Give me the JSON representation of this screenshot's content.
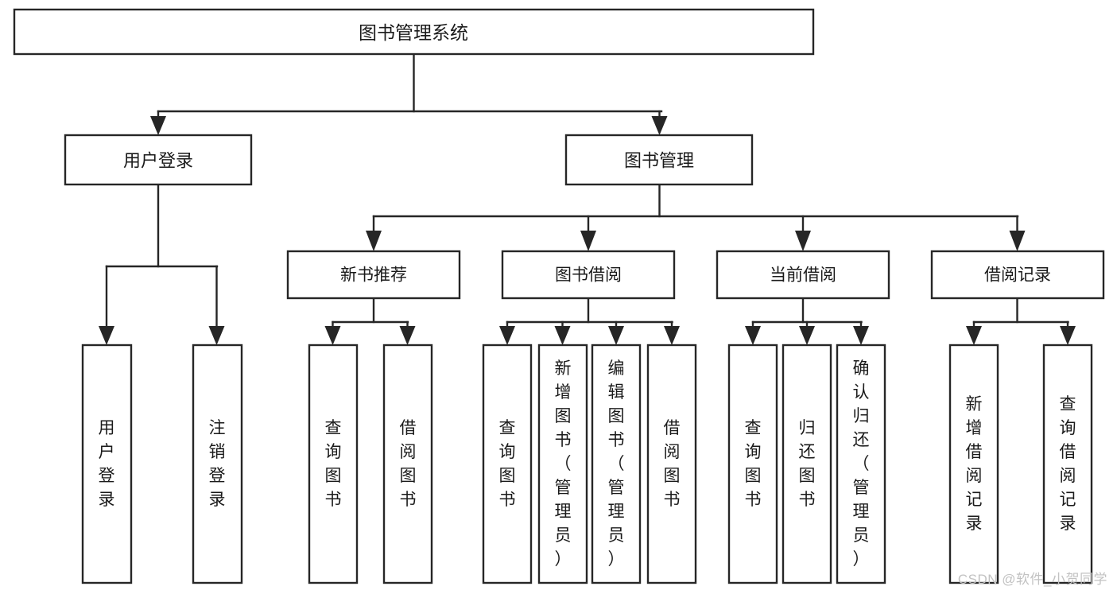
{
  "diagram": {
    "title": "图书管理系统",
    "type": "tree",
    "watermark": "CSDN @软件_小贺同学",
    "colors": {
      "box_fill": "#ffffff",
      "box_stroke": "#262626",
      "connector": "#262626",
      "text": "#1a1a1a",
      "watermark": "#c2c2c2",
      "background": "#ffffff"
    },
    "root": {
      "id": "root",
      "label": "图书管理系统"
    },
    "level1": [
      {
        "id": "user-login",
        "label": "用户登录"
      },
      {
        "id": "book-manage",
        "label": "图书管理"
      }
    ],
    "level2": [
      {
        "id": "new-book-recommend",
        "label": "新书推荐",
        "parent": "book-manage"
      },
      {
        "id": "book-borrow",
        "label": "图书借阅",
        "parent": "book-manage"
      },
      {
        "id": "current-borrow",
        "label": "当前借阅",
        "parent": "book-manage"
      },
      {
        "id": "borrow-record",
        "label": "借阅记录",
        "parent": "book-manage"
      }
    ],
    "leaves": {
      "user-login": [
        {
          "id": "leaf-user-login",
          "label": "用户登录"
        },
        {
          "id": "leaf-user-logout",
          "label": "注销登录"
        }
      ],
      "new-book-recommend": [
        {
          "id": "leaf-query-book-1",
          "label": "查询图书"
        },
        {
          "id": "leaf-borrow-book-1",
          "label": "借阅图书"
        }
      ],
      "book-borrow": [
        {
          "id": "leaf-query-book-2",
          "label": "查询图书"
        },
        {
          "id": "leaf-add-book",
          "label": "新增图书（管理员）"
        },
        {
          "id": "leaf-edit-book",
          "label": "编辑图书（管理员）"
        },
        {
          "id": "leaf-borrow-book-2",
          "label": "借阅图书"
        }
      ],
      "current-borrow": [
        {
          "id": "leaf-query-book-3",
          "label": "查询图书"
        },
        {
          "id": "leaf-return-book",
          "label": "归还图书"
        },
        {
          "id": "leaf-confirm-return",
          "label": "确认归还（管理员）"
        }
      ],
      "borrow-record": [
        {
          "id": "leaf-add-record",
          "label": "新增借阅记录"
        },
        {
          "id": "leaf-query-record",
          "label": "查询借阅记录"
        }
      ]
    }
  }
}
